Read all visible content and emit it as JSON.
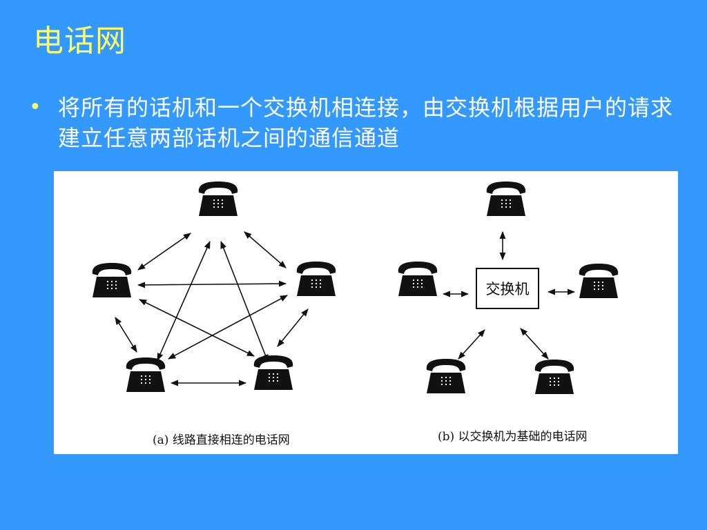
{
  "slide": {
    "title": "电话网",
    "bullet": "将所有的话机和一个交换机相连接，由交换机根据用户的请求建立任意两部话机之间的通信通道"
  },
  "figure": {
    "caption_a": "(a)  线路直接相连的电话网",
    "caption_b": "(b)  以交换机为基础的电话网",
    "switch_label": "交换机",
    "phone_icon": "telephone-icon",
    "colors": {
      "background": "#3399ff",
      "title": "#ffff66",
      "text": "#ffffff",
      "ink": "#111111"
    }
  }
}
